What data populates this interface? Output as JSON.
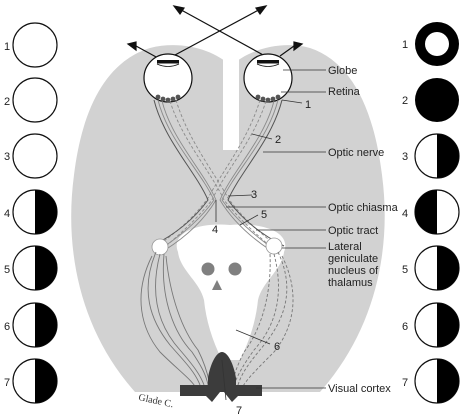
{
  "labels": {
    "globe": "Globe",
    "retina": "Retina",
    "optic_nerve": "Optic nerve",
    "optic_chiasma": "Optic chiasma",
    "optic_tract": "Optic tract",
    "lgn_line1": "Lateral",
    "lgn_line2": "geniculate",
    "lgn_line3": "nucleus of",
    "lgn_line4": "thalamus",
    "visual_cortex": "Visual cortex"
  },
  "lesion_markers": [
    "1",
    "2",
    "3",
    "4",
    "5",
    "6",
    "7"
  ],
  "left_field_numbers": [
    "1",
    "2",
    "3",
    "4",
    "5",
    "6",
    "7"
  ],
  "right_field_numbers": [
    "1",
    "2",
    "3",
    "4",
    "5",
    "6",
    "7"
  ],
  "visual_fields": [
    {
      "level": "1",
      "left": "none",
      "right": "ring"
    },
    {
      "level": "2",
      "left": "none",
      "right": "full"
    },
    {
      "level": "3",
      "left": "none",
      "right": "right-half"
    },
    {
      "level": "4",
      "left": "right-half",
      "right": "left-half"
    },
    {
      "level": "5",
      "left": "right-half",
      "right": "right-half"
    },
    {
      "level": "6",
      "left": "right-half",
      "right": "right-half"
    },
    {
      "level": "7",
      "left": "right-half",
      "right": "right-half"
    }
  ],
  "signature": "Glade C.",
  "colors": {
    "brain": "#d2d2d2",
    "white": "#ffffff",
    "stroke": "#111111",
    "pathway": "#8a8a8a",
    "cortex": "#3c3c3c",
    "fill_defect": "#000000"
  }
}
